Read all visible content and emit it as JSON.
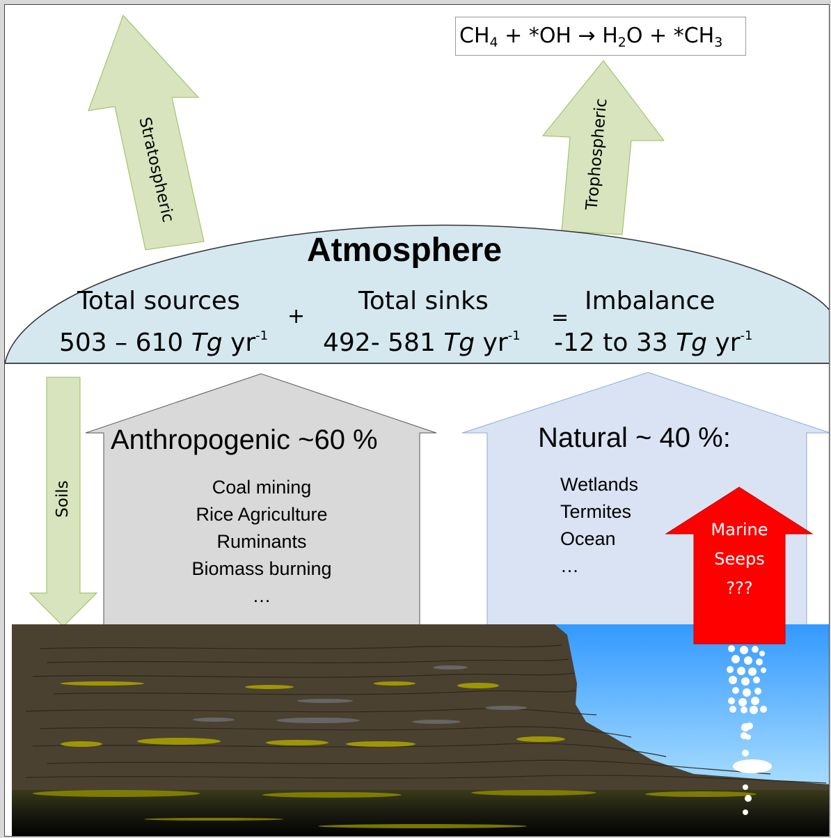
{
  "equation": {
    "ch": "CH",
    "ch_sub": "4",
    "plus_oh": " + *OH ",
    "arrow": "→",
    "h": " H",
    "h_sub": "2",
    "o_plus_ch": "O + *CH",
    "ch3_sub": "3"
  },
  "arrows": {
    "stratospheric": "Stratospheric",
    "tropospheric": "Trophospheric",
    "soils": "Soils"
  },
  "atmosphere": {
    "title": "Atmosphere",
    "sources_label": "Total sources",
    "sources_value": "503 – 610",
    "plus": "+",
    "sinks_label": "Total sinks",
    "sinks_value": "492- 581",
    "equals": "=",
    "imbalance_label": "Imbalance",
    "imbalance_value": "-12 to 33",
    "unit_tg": "Tg",
    "unit_yr": "yr",
    "unit_exp": "-1"
  },
  "anthropogenic": {
    "title": "Anthropogenic ~60 %",
    "items": [
      "Coal mining",
      "Rice Agriculture",
      "Ruminants",
      "Biomass burning",
      "…"
    ]
  },
  "natural": {
    "title": "Natural ~ 40 %:",
    "items": [
      "Wetlands",
      "Termites",
      "Ocean",
      "…"
    ]
  },
  "marine_seeps": {
    "lines": [
      "Marine",
      "Seeps",
      "???"
    ]
  },
  "colors": {
    "green_arrow": "#d7e4bd",
    "atmosphere_fill": "#d5e8f0",
    "anthropogenic_fill": "#d9d9d9",
    "natural_fill": "#dae3f3",
    "seeps_red": "#ff0000",
    "sediment": "#4a4131",
    "ocean_top": "#3399ff",
    "ocean_bottom": "#8fd0ff",
    "yellow_layer": "#a8a000"
  }
}
